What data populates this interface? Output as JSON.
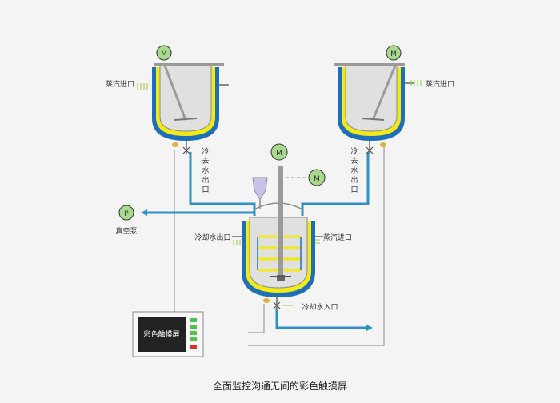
{
  "caption": "全面监控沟通无间的彩色触摸屏",
  "motor_symbol": "M",
  "pump_symbol": "P",
  "labels": {
    "steam_inlet_left": "蒸汽进口",
    "steam_inlet_right": "蒸汽进口",
    "steam_inlet_center": "蒸汽进口",
    "cooling_outlet_vertical": [
      "冷",
      "去",
      "水",
      "出",
      "口"
    ],
    "cooling_outlet_vertical_right": [
      "冷",
      "去",
      "水",
      "出",
      "口"
    ],
    "cooling_water_outlet": "冷却水出口",
    "cooling_water_inlet": "冷却水入口",
    "vacuum_pump": "真空泵",
    "touchscreen": "彩色触摸屏"
  },
  "colors": {
    "steam_pipe": "#2e8fc9",
    "jacket_blue": "#1f6fb8",
    "jacket_yellow": "#f2ea16",
    "vessel_fill": "#e0e0e0",
    "motor_fill": "#a8d98c",
    "signal_line": "#9a9a9a",
    "steam_hatch": "#9ccc42",
    "button_green": "#4fc24f",
    "button_red": "#e03030"
  }
}
